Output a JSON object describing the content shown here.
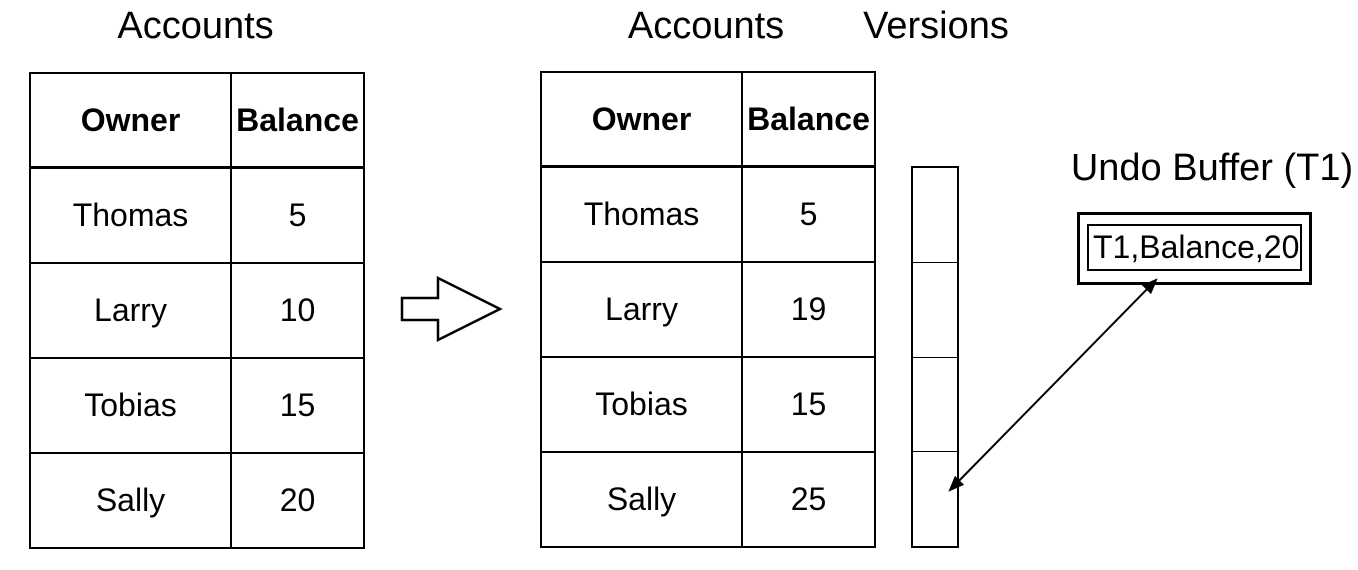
{
  "colors": {
    "foreground": "#000000",
    "background": "#ffffff"
  },
  "before": {
    "title": "Accounts",
    "columns": [
      "Owner",
      "Balance"
    ],
    "rows": [
      [
        "Thomas",
        "5"
      ],
      [
        "Larry",
        "10"
      ],
      [
        "Tobias",
        "15"
      ],
      [
        "Sally",
        "20"
      ]
    ]
  },
  "after": {
    "title": "Accounts",
    "columns": [
      "Owner",
      "Balance"
    ],
    "rows": [
      [
        "Thomas",
        "5"
      ],
      [
        "Larry",
        "19"
      ],
      [
        "Tobias",
        "15"
      ],
      [
        "Sally",
        "25"
      ]
    ],
    "emphasis": {
      "row": 3,
      "col": 1,
      "style": "bold"
    }
  },
  "versions": {
    "title": "Versions",
    "cell_count": 4
  },
  "undo_buffer": {
    "title": "Undo Buffer (T1)",
    "entry": "T1,Balance,20"
  },
  "icons": {
    "transform_arrow": "block-arrow-right",
    "link_arrow": "double-headed-arrow"
  }
}
